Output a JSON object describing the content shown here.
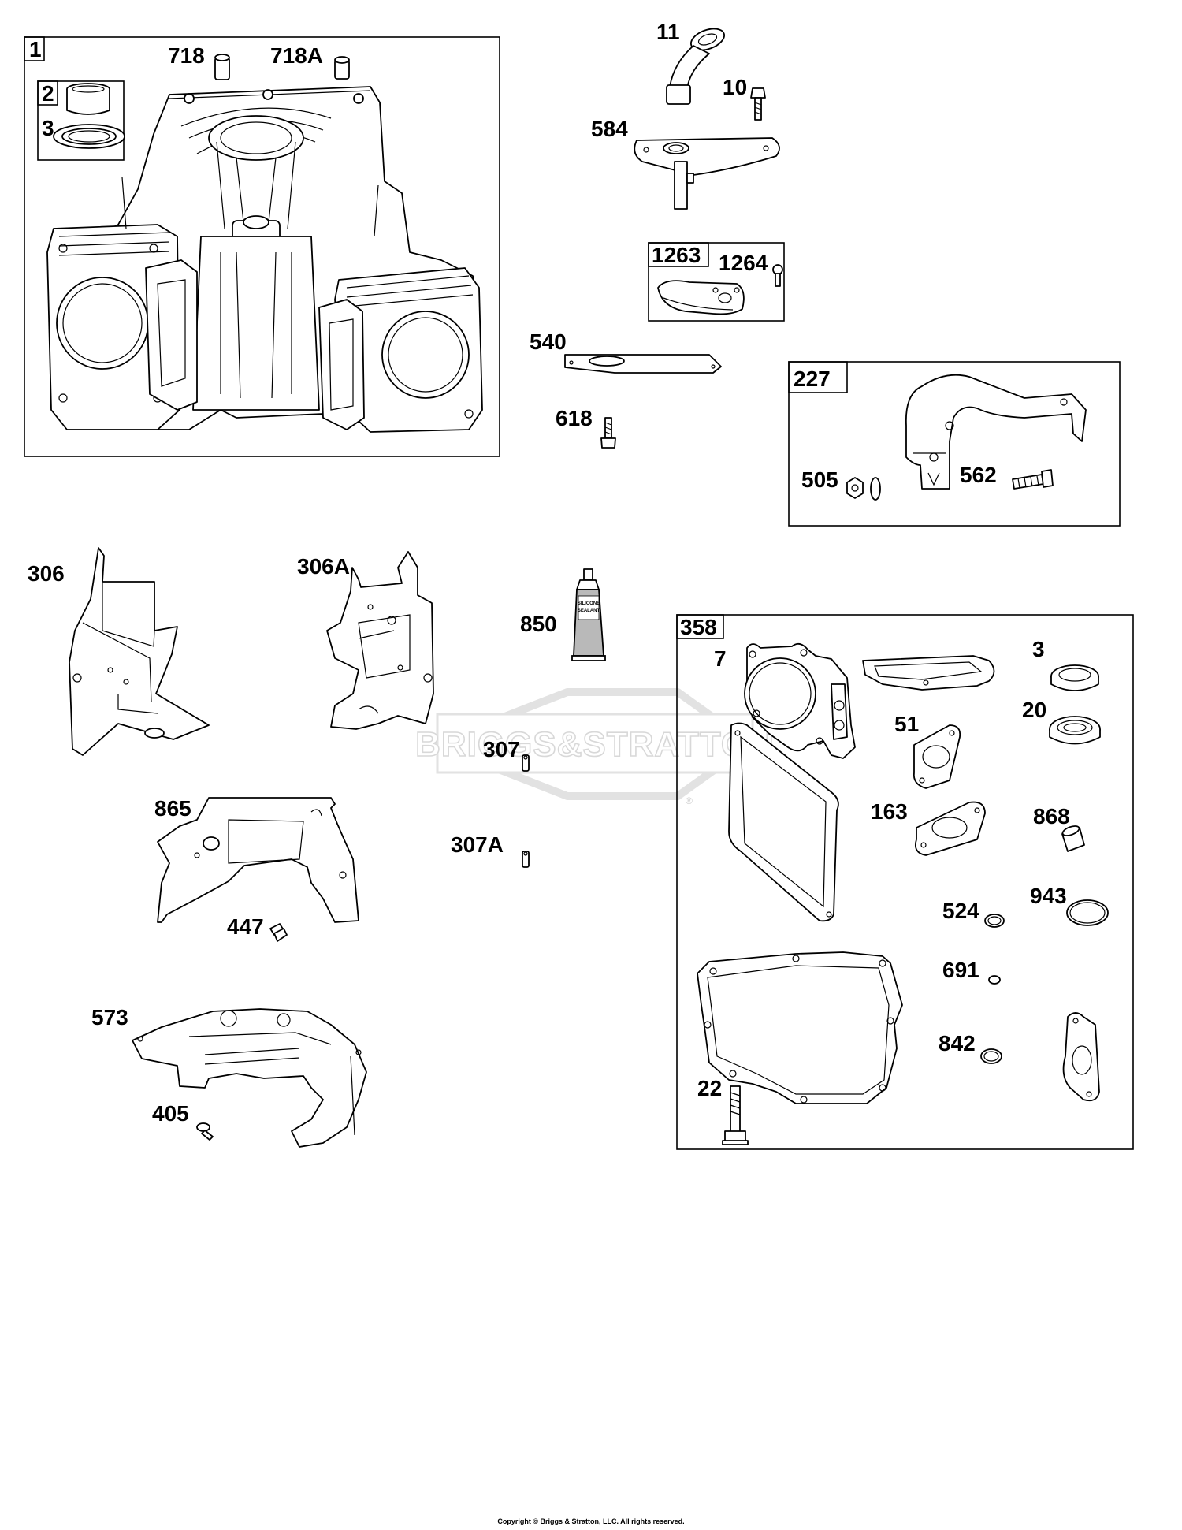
{
  "watermark": {
    "text": "BRIGGS&STRATTON",
    "registered_mark": "®"
  },
  "groups": [
    {
      "id": "g1",
      "label": "1"
    },
    {
      "id": "g2",
      "label": "2"
    },
    {
      "id": "g1263",
      "label": "1263"
    },
    {
      "id": "g227",
      "label": "227"
    },
    {
      "id": "g358",
      "label": "358"
    }
  ],
  "callouts": {
    "c718": "718",
    "c718A": "718A",
    "c3a": "3",
    "c11": "11",
    "c10": "10",
    "c584": "584",
    "c1264": "1264",
    "c540": "540",
    "c618": "618",
    "c505": "505",
    "c562": "562",
    "c306": "306",
    "c306A": "306A",
    "c850": "850",
    "c7": "7",
    "c3b": "3",
    "c20": "20",
    "c51": "51",
    "c163": "163",
    "c868": "868",
    "c307": "307",
    "c307A": "307A",
    "c865": "865",
    "c447": "447",
    "c524": "524",
    "c943": "943",
    "c691": "691",
    "c842": "842",
    "c573": "573",
    "c22": "22",
    "c405": "405"
  },
  "tube_label": {
    "line1": "SILICONE",
    "line2": "SEALANT"
  },
  "copyright": "Copyright © Briggs & Stratton, LLC. All rights reserved."
}
